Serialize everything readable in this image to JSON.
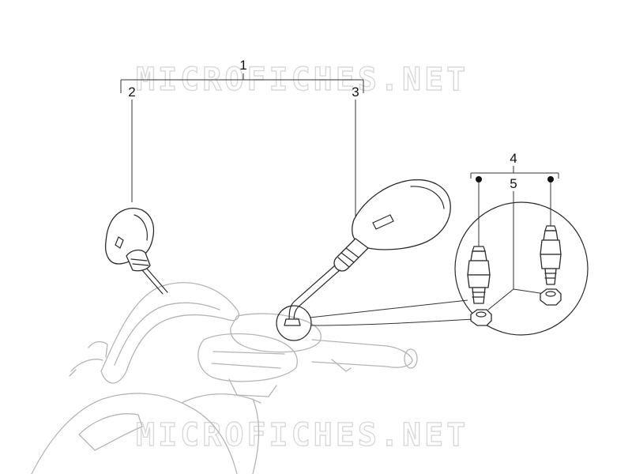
{
  "callouts": {
    "c1": "1",
    "c2": "2",
    "c3": "3",
    "c4": "4",
    "c5": "5"
  },
  "watermark": {
    "top": "MICROFICHES.NET",
    "bottom": "MICROFICHES.NET"
  },
  "colors": {
    "ink": "#2a2a2a",
    "faint_ink": "#b5b5b5",
    "watermark": "#d9d9d9",
    "background": "#ffffff"
  }
}
